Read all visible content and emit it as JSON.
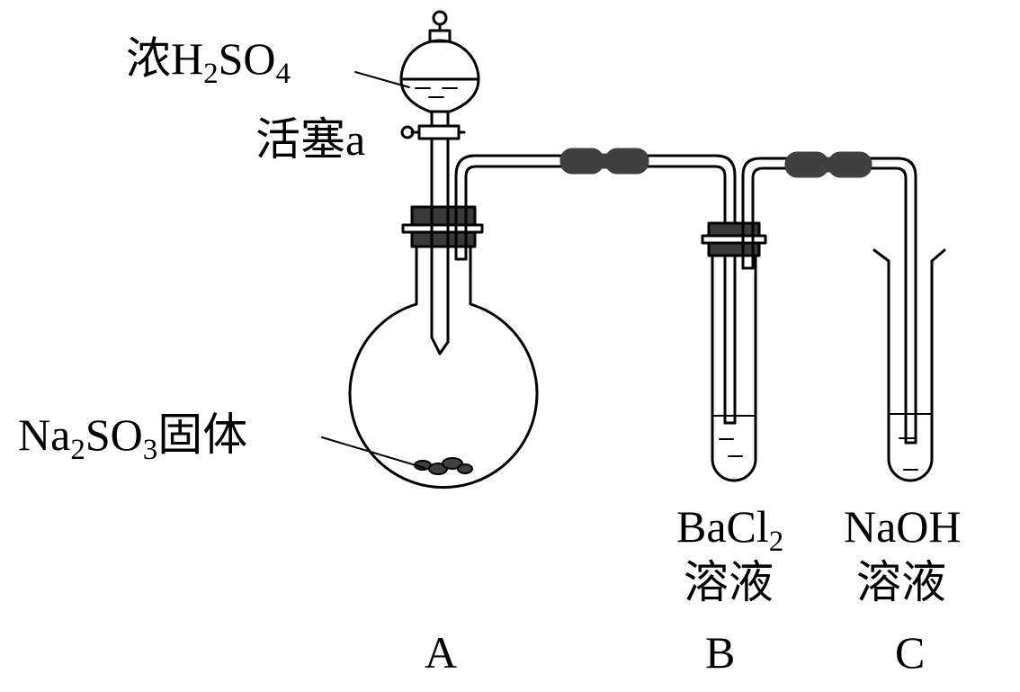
{
  "labels": {
    "conc_acid_prefix": "浓",
    "conc_acid_h": "H",
    "conc_acid_h_sub": "2",
    "conc_acid_so": "SO",
    "conc_acid_o_sub": "4",
    "stopcock": "活塞a",
    "solid_na": "Na",
    "solid_na_sub": "2",
    "solid_so": "SO",
    "solid_o_sub": "3",
    "solid_suffix": "固体",
    "b_reagent": "BaCl",
    "b_reagent_sub": "2",
    "b_solution": "溶液",
    "c_reagent": "NaOH",
    "c_solution": "溶液",
    "label_a": "A",
    "label_b": "B",
    "label_c": "C"
  },
  "colors": {
    "line": "#000000",
    "rubber": "#404040",
    "stopper": "#3a3a3a"
  }
}
